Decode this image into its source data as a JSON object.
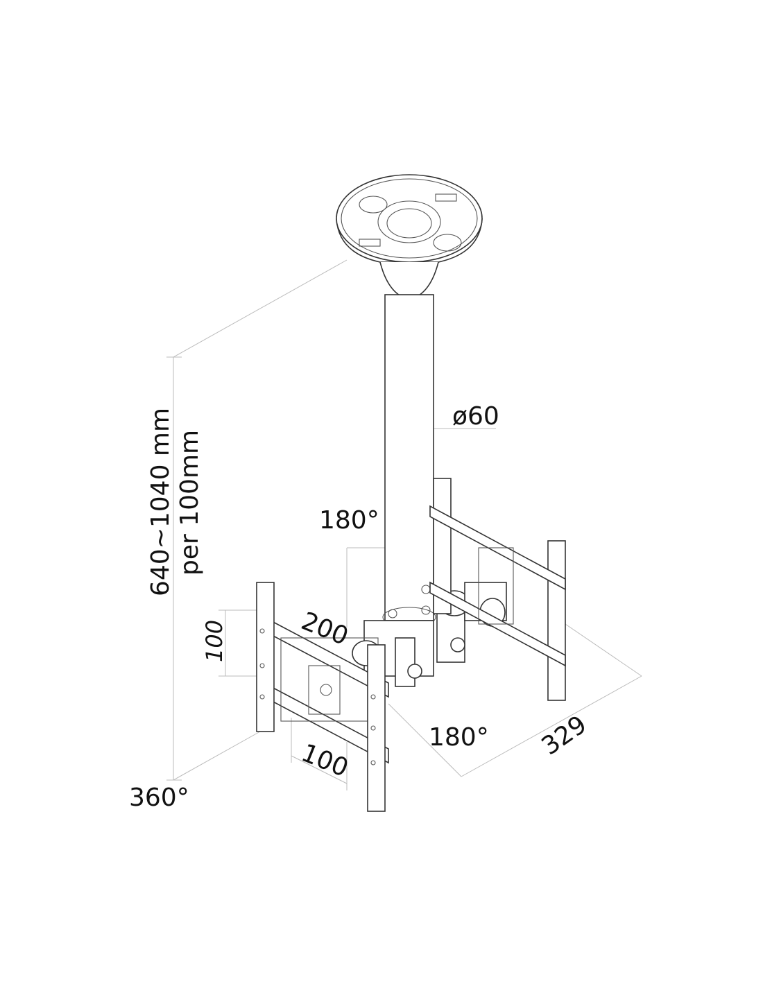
{
  "diagram": {
    "labels": {
      "tube_diameter": "ø60",
      "rotation_top": "180°",
      "height_range": "640~1040 mm",
      "height_step": "per 100mm",
      "vesa_vertical": "100",
      "vesa_width_top": "200",
      "rotation_bottom": "180°",
      "vesa_width_bottom": "100",
      "depth": "329",
      "swivel": "360°"
    }
  }
}
